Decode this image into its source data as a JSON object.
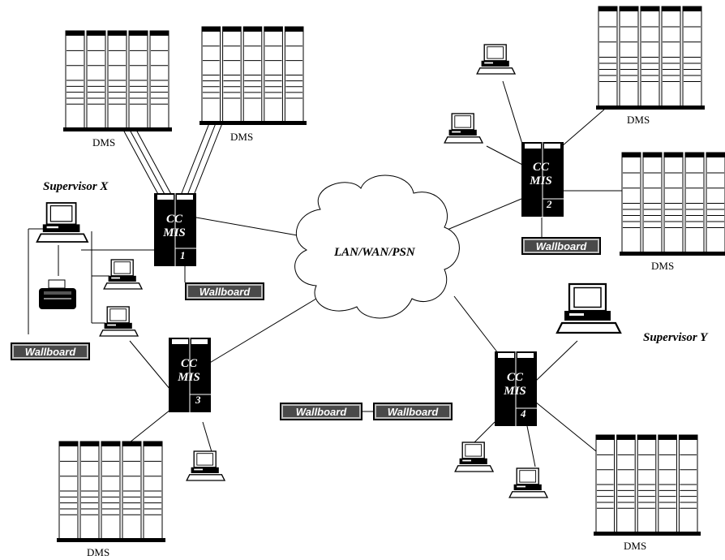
{
  "diagram": {
    "cloud_label": "LAN/WAN/PSN",
    "supervisors": {
      "x": "Supervisor X",
      "y": "Supervisor Y"
    },
    "dms_label": "DMS",
    "wallboard_label": "Wallboard",
    "servers": [
      {
        "line1": "CC",
        "line2": "MIS",
        "number": "1"
      },
      {
        "line1": "CC",
        "line2": "MIS",
        "number": "2"
      },
      {
        "line1": "CC",
        "line2": "MIS",
        "number": "3"
      },
      {
        "line1": "CC",
        "line2": "MIS",
        "number": "4"
      }
    ]
  }
}
